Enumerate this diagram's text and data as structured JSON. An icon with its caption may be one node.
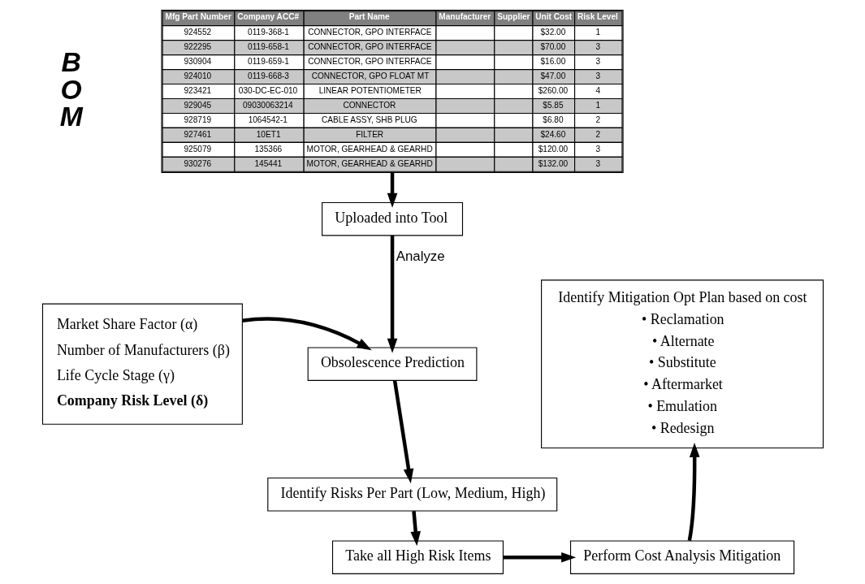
{
  "diagram": {
    "nodes": [
      {
        "text": [],
        "shape": "box"
      },
      {
        "text": [
          "Uploaded into Tool"
        ]
      },
      {
        "text": [
          "Market Share Factor (α)",
          "Number of Manufacturers (β)",
          "Life Cycle Stage (γ)",
          "Company Risk Level (δ)"
        ]
      },
      {
        "text": [
          "Obsolescence Prediction"
        ]
      },
      {
        "text": [
          "Identify Risks Per Part (Low, Medium, High)"
        ]
      },
      {
        "text": [
          "Take all High Risk Items"
        ]
      },
      {
        "text": [
          "Perform Cost Analysis Mitigation"
        ]
      },
      {
        "text": [
          "Identify Mitigation Opt Plan based on cost",
          "• Reclamation",
          "• Alternate",
          "• Substitute",
          "• Aftermarket",
          "• Emulation",
          "• Redesign"
        ]
      }
    ],
    "edges": [
      {
        "from": 0,
        "to": 1,
        "arrow": "to"
      },
      {
        "from": 1,
        "to": 3,
        "arrow": "to",
        "label": "Analyze"
      },
      {
        "from": 2,
        "to": 3,
        "arrow": "to"
      },
      {
        "from": 3,
        "to": 4,
        "arrow": "to"
      },
      {
        "from": 4,
        "to": 5,
        "arrow": "to"
      },
      {
        "from": 5,
        "to": 6,
        "arrow": "to"
      },
      {
        "from": 6,
        "to": 7,
        "arrow": "to"
      }
    ],
    "labels": [
      "BOM",
      "Mfg Part Number",
      "Company ACC#",
      "Part Name",
      "Manufacturer",
      "Supplier",
      "Unit Cost",
      "Risk Level",
      "924552",
      "0119-368-1",
      "CONNECTOR, GPO INTERFACE",
      "$32.00",
      "1",
      "922295",
      "0119-658-1",
      "CONNECTOR, GPO INTERFACE",
      "$70.00",
      "3",
      "930904",
      "0119-659-1",
      "CONNECTOR, GPO INTERFACE",
      "$16.00",
      "3",
      "924010",
      "0119-668-3",
      "CONNECTOR, GPO FLOAT MT",
      "$47.00",
      "3",
      "923421",
      "030-DC-EC-010",
      "LINEAR POTENTIOMETER",
      "$260.00",
      "4",
      "929045",
      "09030063214",
      "CONNECTOR",
      "$5.85",
      "1",
      "928719",
      "1064542-1",
      "CABLE ASSY, SHB PLUG",
      "$6.80",
      "2",
      "927461",
      "10ET1",
      "FILTER",
      "$24.60",
      "2",
      "925079",
      "135366",
      "MOTOR, GEARHEAD & GEARHD",
      "$120.00",
      "3",
      "930276",
      "145441",
      "MOTOR, GEARHEAD & GEARHD",
      "$132.00",
      "3"
    ]
  }
}
